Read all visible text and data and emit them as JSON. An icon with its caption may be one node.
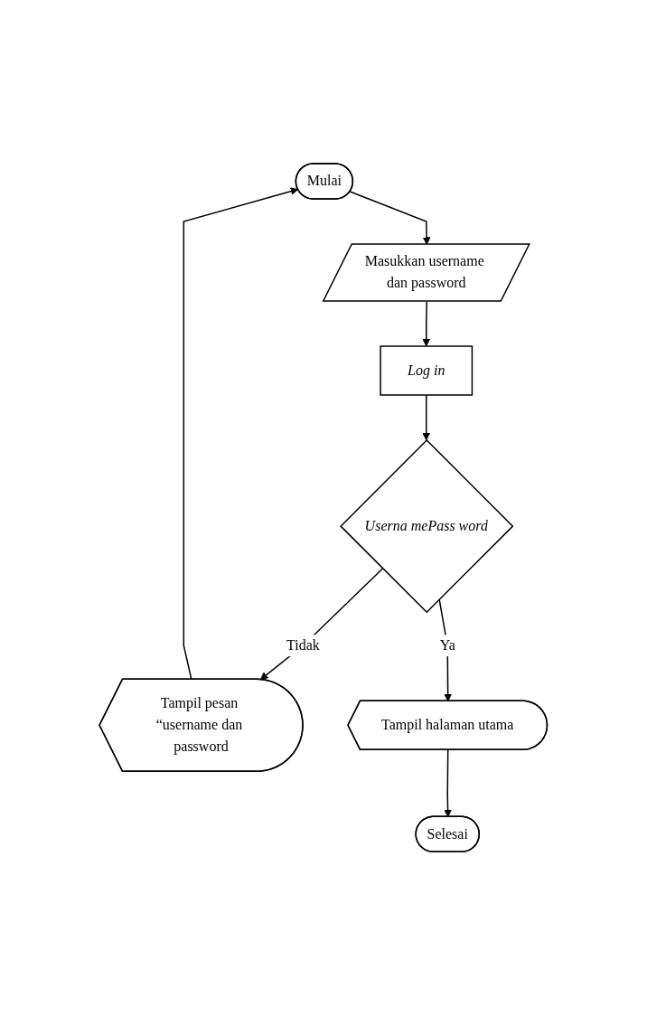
{
  "diagram": {
    "nodes": [
      {
        "text": [
          "Mulai"
        ]
      },
      {
        "text": [
          "Masukkan username dan password"
        ]
      },
      {
        "text": [
          "Log in"
        ]
      },
      {
        "text": [
          "Userna mePass word"
        ]
      },
      {
        "text": [
          "Tampil pesan “username dan password"
        ]
      },
      {
        "text": [
          "Tampil halaman utama"
        ]
      },
      {
        "text": [
          "Selesai"
        ]
      }
    ],
    "edges": [
      {
        "from": 0,
        "to": 1,
        "arrow": "to"
      },
      {
        "from": 1,
        "to": 2,
        "arrow": "to"
      },
      {
        "from": 2,
        "to": 3,
        "arrow": "to"
      },
      {
        "from": 3,
        "to": 4,
        "label": "Tidak",
        "arrow": "to"
      },
      {
        "from": 3,
        "to": 5,
        "label": "Ya",
        "arrow": "to"
      },
      {
        "from": 5,
        "to": 6,
        "arrow": "to"
      },
      {
        "from": 4,
        "to": 0,
        "arrow": "to"
      }
    ]
  }
}
